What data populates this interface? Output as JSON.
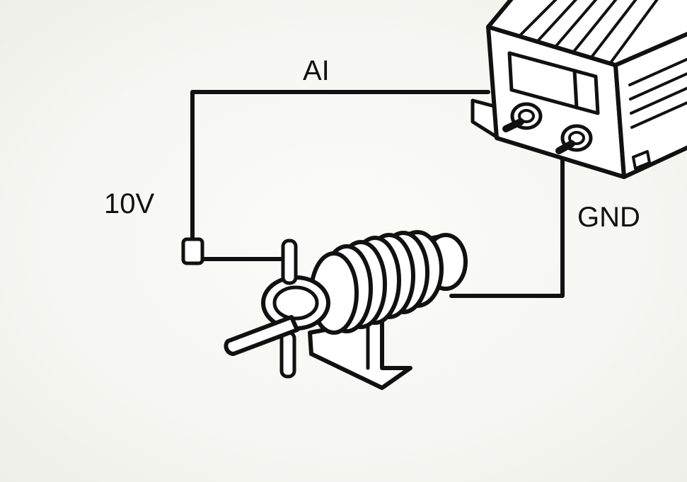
{
  "labels": {
    "signal": "AI",
    "voltage": "10V",
    "ground": "GND"
  },
  "colors": {
    "ink": "#111111",
    "paper": "#ffffff",
    "background": "#f4f4f0"
  },
  "icons": {
    "controller": "controller-box-icon",
    "sensor": "coil-sensor-icon",
    "connector": "connector-plug-icon"
  }
}
